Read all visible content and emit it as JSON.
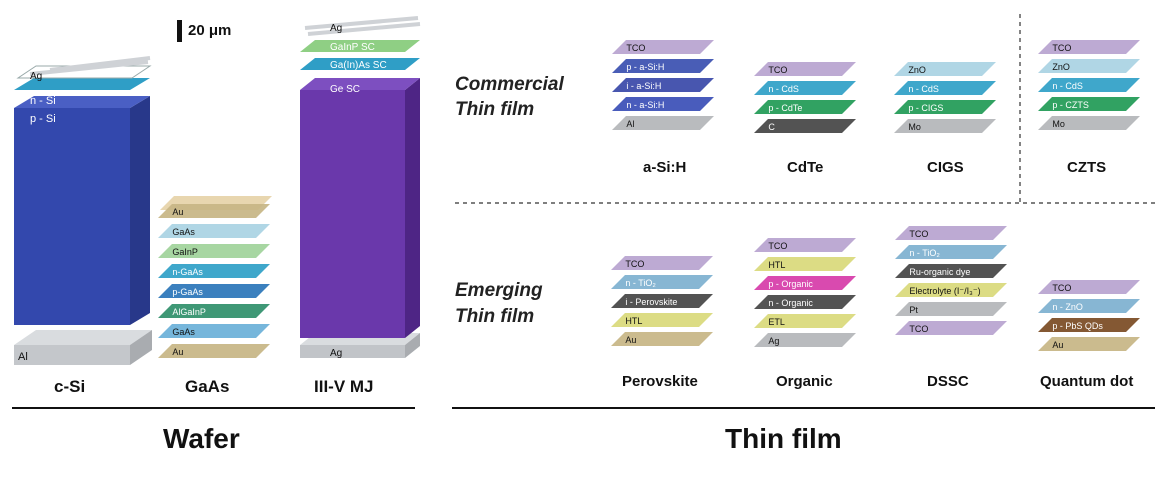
{
  "scale_bar": "20 μm",
  "wafer": {
    "group_label": "Wafer",
    "csi": {
      "name": "c-Si",
      "top": [
        "Ag",
        "n - Si",
        "p - Si"
      ],
      "bottom": "Al"
    },
    "gaas": {
      "name": "GaAs",
      "top": "Au",
      "layers": [
        "GaAs",
        "GaInP",
        "n-GaAs",
        "p-GaAs",
        "AlGaInP",
        "GaAs",
        "Au"
      ]
    },
    "mj": {
      "name": "III-V MJ",
      "top": [
        "Ag",
        "GaInP SC",
        "Ga(In)As SC",
        "Ge SC"
      ],
      "bottom": "Ag"
    }
  },
  "thin_film": {
    "group_label": "Thin film",
    "commercial_label": [
      "Commercial",
      "Thin film"
    ],
    "emerging_label": [
      "Emerging",
      "Thin film"
    ],
    "asih": {
      "name": "a-Si:H",
      "layers": [
        "TCO",
        "p - a-Si:H",
        "i - a-Si:H",
        "n - a-Si:H",
        "Al"
      ]
    },
    "cdte": {
      "name": "CdTe",
      "layers": [
        "TCO",
        "n - CdS",
        "p - CdTe",
        "C"
      ]
    },
    "cigs": {
      "name": "CIGS",
      "layers": [
        "ZnO",
        "n - CdS",
        "p - CIGS",
        "Mo"
      ]
    },
    "czts": {
      "name": "CZTS",
      "layers": [
        "TCO",
        "ZnO",
        "n - CdS",
        "p - CZTS",
        "Mo"
      ]
    },
    "perovskite": {
      "name": "Perovskite",
      "layers": [
        "TCO",
        "n - TiO₂",
        "i - Perovskite",
        "HTL",
        "Au"
      ]
    },
    "organic": {
      "name": "Organic",
      "layers": [
        "TCO",
        "HTL",
        "p - Organic",
        "n - Organic",
        "ETL",
        "Ag"
      ]
    },
    "dssc": {
      "name": "DSSC",
      "layers": [
        "TCO",
        "n - TiO₂",
        "Ru-organic dye",
        "Electrolyte (I⁻/I₃⁻)",
        "Pt",
        "TCO"
      ]
    },
    "qd": {
      "name": "Quantum dot",
      "layers": [
        "TCO",
        "n - ZnO",
        "p - PbS QDs",
        "Au"
      ]
    }
  },
  "colors": {
    "tco": "#b7a3cf",
    "blue_dark": "#3f4f9e",
    "blue_mid": "#2f9fc7",
    "green": "#1f9a55",
    "gray_dark": "#444444",
    "gray_light": "#b3b5b8",
    "ito_light": "#a9d3e3",
    "yellow": "#d9d97a",
    "magenta": "#d63ba8",
    "brown": "#7a4a22",
    "gold": "#c7b584",
    "wafer_blue": "#3549b0",
    "mj_purple": "#6838a8"
  }
}
